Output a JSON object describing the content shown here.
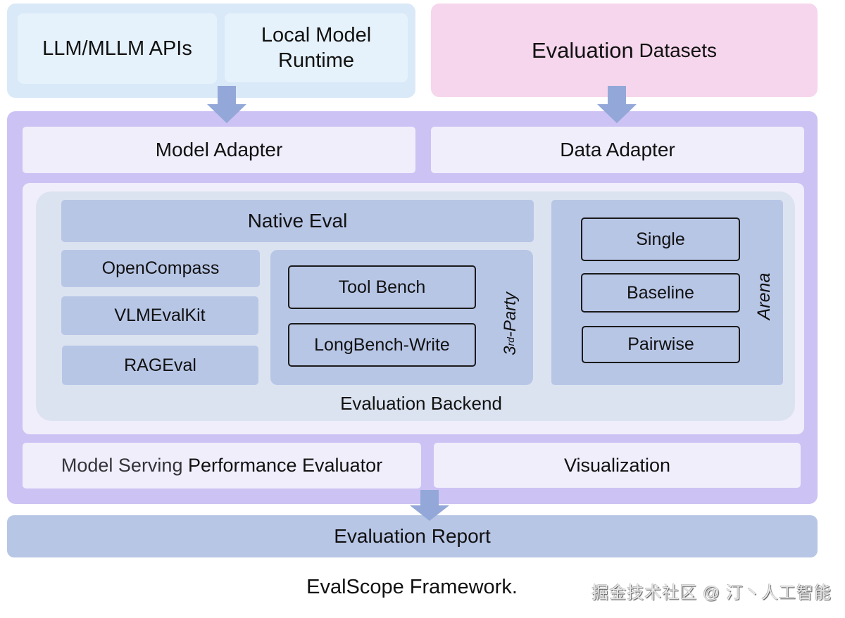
{
  "top": {
    "model_sources": {
      "api_label": "LLM/MLLM APIs",
      "local_label_line1": "Local Model",
      "local_label_line2": "Runtime"
    },
    "datasets": {
      "label_main": "Evaluation",
      "label_small": " Datasets"
    }
  },
  "adapters": {
    "model": "Model Adapter",
    "data": "Data Adapter"
  },
  "backend": {
    "native": "Native Eval",
    "integrations": [
      "OpenCompass",
      "VLMEvalKit",
      "RAGEval"
    ],
    "third_party": {
      "items": [
        "Tool Bench",
        "LongBench-Write"
      ],
      "label_num": "3",
      "label_sup": "rd",
      "label_rest": "-Party"
    },
    "arena": {
      "items": [
        "Single",
        "Baseline",
        "Pairwise"
      ],
      "label": "Arena"
    },
    "label": "Evaluation Backend"
  },
  "bottom": {
    "perf_muted": "Model Serving ",
    "perf_main": "Performance Evaluator",
    "visualization": "Visualization"
  },
  "report": "Evaluation Report",
  "caption": "EvalScope Framework.",
  "watermark": "掘金技术社区 @ 汀丶人工智能",
  "colors": {
    "model_source_bg": "#d9e9f8",
    "datasets_bg": "#f6d6ec",
    "framework_bg": "#cdc2f4",
    "module_blue": "#b8c6e6",
    "arrow": "#93a8d8"
  }
}
